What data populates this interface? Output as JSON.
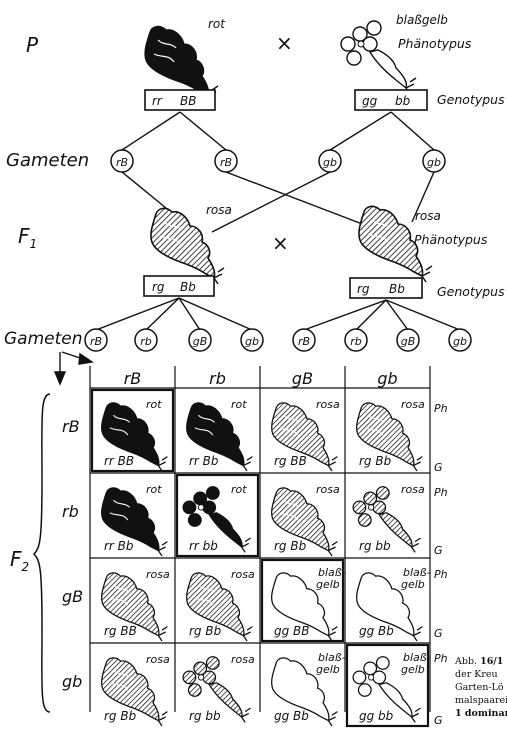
{
  "labels": {
    "p": "P",
    "gameten": "Gameten",
    "f1": "F",
    "f1_sub": "1",
    "f2": "F",
    "f2_sub": "2",
    "gameten_f1": "Gameten",
    "phaenotypus": "Phänotypus",
    "genotypus": "Genotypus",
    "cross_symbol": "×",
    "ph": "Ph",
    "g": "G"
  },
  "parents": {
    "left": {
      "phenotype": "rot",
      "genotype_a": "rr",
      "genotype_b": "BB"
    },
    "right": {
      "phenotype": "blaßgelb",
      "genotype_a": "gg",
      "genotype_b": "bb"
    }
  },
  "parent_gametes": [
    "rB",
    "rB",
    "gb",
    "gb"
  ],
  "f1": {
    "left": {
      "phenotype": "rosa",
      "genotype_a": "rg",
      "genotype_b": "Bb"
    },
    "right": {
      "phenotype": "rosa",
      "genotype_a": "rg",
      "genotype_b": "Bb"
    }
  },
  "f1_gametes_left": [
    "rB",
    "rb",
    "gB",
    "gb"
  ],
  "f1_gametes_right": [
    "rB",
    "rb",
    "gB",
    "gb"
  ],
  "grid": {
    "col_headers": [
      "rB",
      "rb",
      "gB",
      "gb"
    ],
    "row_headers": [
      "rB",
      "rb",
      "gB",
      "gb"
    ],
    "rows": [
      [
        {
          "ph": "rot",
          "geno": "rr BB",
          "style": "black"
        },
        {
          "ph": "rot",
          "geno": "rr Bb",
          "style": "black"
        },
        {
          "ph": "rosa",
          "geno": "rg BB",
          "style": "hatched"
        },
        {
          "ph": "rosa",
          "geno": "rg Bb",
          "style": "hatched"
        }
      ],
      [
        {
          "ph": "rot",
          "geno": "rr Bb",
          "style": "black"
        },
        {
          "ph": "rot",
          "geno": "rr bb",
          "style": "black-open"
        },
        {
          "ph": "rosa",
          "geno": "rg Bb",
          "style": "hatched"
        },
        {
          "ph": "rosa",
          "geno": "rg bb",
          "style": "hatched-open"
        }
      ],
      [
        {
          "ph": "rosa",
          "geno": "rg BB",
          "style": "hatched"
        },
        {
          "ph": "rosa",
          "geno": "rg Bb",
          "style": "hatched"
        },
        {
          "ph": "blaß-gelb",
          "ph_line1": "blaß-",
          "ph_line2": "gelb",
          "geno": "gg BB",
          "style": "white"
        },
        {
          "ph": "blaß-gelb",
          "ph_line1": "blaß-",
          "ph_line2": "gelb",
          "geno": "gg Bb",
          "style": "white"
        }
      ],
      [
        {
          "ph": "rosa",
          "geno": "rg Bb",
          "style": "hatched"
        },
        {
          "ph": "rosa",
          "geno": "rg bb",
          "style": "hatched-open"
        },
        {
          "ph": "blaß-gelb",
          "ph_line1": "blaß-",
          "ph_line2": "gelb",
          "geno": "gg Bb",
          "style": "white"
        },
        {
          "ph": "blaß-gelb",
          "ph_line1": "blaß-",
          "ph_line2": "gelb",
          "geno": "gg bb",
          "style": "white-open"
        }
      ]
    ]
  },
  "caption": {
    "line1_prefix": "Abb. ",
    "line1_bold": "16/1",
    "line2": "der Kreu",
    "line3": "Garten-Lö",
    "line4": "malspaarei",
    "line5": "1 dominan"
  }
}
